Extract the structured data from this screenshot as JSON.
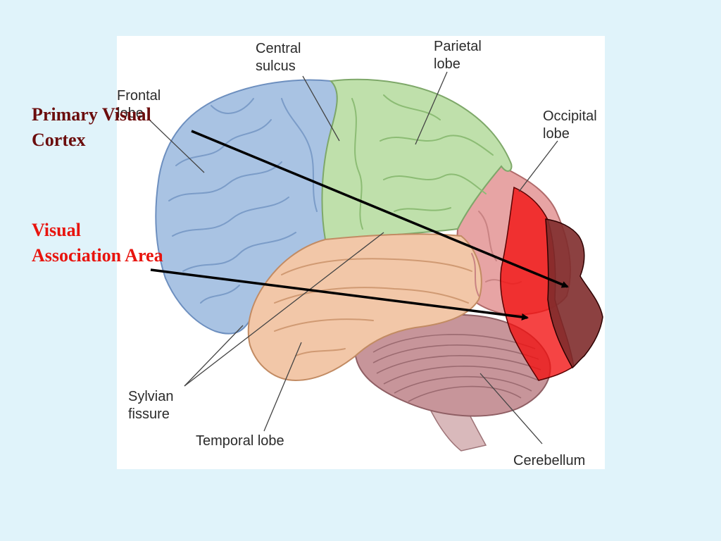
{
  "overlay_labels": {
    "primary_visual_cortex": {
      "line1": "Primary Visual",
      "line2": "Cortex",
      "color": "#6b0d0d"
    },
    "visual_association_area": {
      "line1": "Visual",
      "line2": "Association Area",
      "color": "#e8140e"
    }
  },
  "diagram_labels": {
    "central_sulcus": {
      "line1": "Central",
      "line2": "sulcus"
    },
    "parietal_lobe": {
      "line1": "Parietal",
      "line2": "lobe"
    },
    "frontal_lobe": {
      "line1": "Frontal",
      "line2": "lobe"
    },
    "occipital_lobe": {
      "line1": "Occipital",
      "line2": "lobe"
    },
    "sylvian_fissure": {
      "line1": "Sylvian",
      "line2": "fissure"
    },
    "temporal_lobe": {
      "text": "Temporal lobe"
    },
    "cerebellum": {
      "text": "Cerebellum"
    }
  },
  "colors": {
    "background": "#e0f3fa",
    "frontal": "#a9c3e3",
    "parietal": "#bfe0ab",
    "occipital": "#e7a4a4",
    "temporal": "#f2c7a8",
    "cerebellum": "#c7959a",
    "visual_association_overlay": "#f20f0f",
    "primary_visual_overlay": "#7f2c2c"
  }
}
